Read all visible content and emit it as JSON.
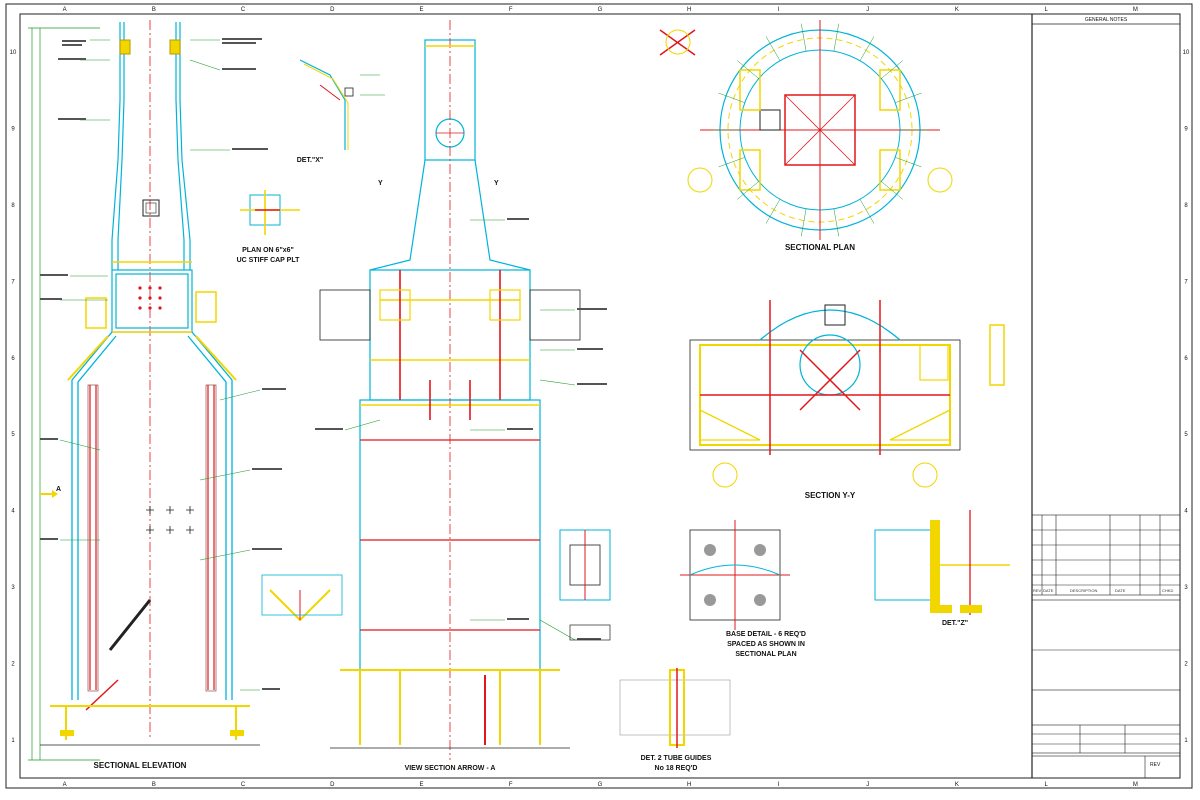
{
  "drawing": {
    "grid_columns": [
      "A",
      "B",
      "C",
      "D",
      "E",
      "F",
      "G",
      "H",
      "I",
      "J",
      "K",
      "L",
      "M"
    ],
    "grid_rows": [
      "10",
      "9",
      "8",
      "7",
      "6",
      "5",
      "4",
      "3",
      "2",
      "1"
    ],
    "colors": {
      "cyan": "#00b4d8",
      "yellow": "#f2d600",
      "red": "#e0181b",
      "green": "#1c9a2a",
      "black": "#222222"
    }
  },
  "views": {
    "sectional_elevation": "SECTIONAL ELEVATION",
    "view_section_arrow_a": "VIEW SECTION ARROW - A",
    "sectional_plan": "SECTIONAL PLAN",
    "section_y_y": "SECTION Y-Y",
    "plan_on_stiff_cap": [
      "PLAN ON 6\"x6\"",
      "UC STIFF CAP PLT"
    ],
    "det_x": "DET.\"X\"",
    "det_z": "DET.\"Z\"",
    "base_detail": [
      "BASE DETAIL - 6 REQ'D",
      "SPACED AS SHOWN IN",
      "SECTIONAL PLAN"
    ],
    "tube_guides": [
      "DET. 2 TUBE GUIDES",
      "No 18 REQ'D"
    ]
  },
  "markers": {
    "arrow_a": "A",
    "section_y_left": "Y",
    "section_y_right": "Y"
  },
  "title_block": {
    "general_notes": "GENERAL NOTES",
    "rev_headers": [
      "REV",
      "DATE",
      "DESCRIPTION",
      "DATE",
      "CHKD"
    ],
    "rev": "REV"
  }
}
